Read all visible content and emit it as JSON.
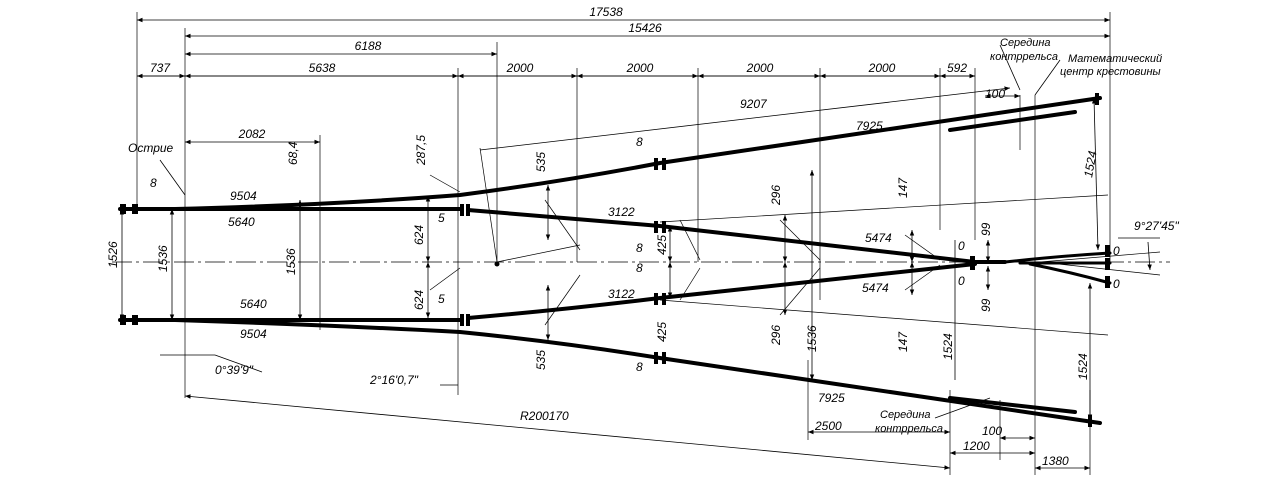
{
  "overall": {
    "total_length": "17538",
    "second_length": "15426",
    "third_length": "6188"
  },
  "top_chain": {
    "front_overhang": "737",
    "point_to_joint": "5638",
    "seg1": "2000",
    "seg2": "2000",
    "seg3": "2000",
    "seg4": "2000",
    "tail": "592"
  },
  "labels": {
    "point_tip": "Острие",
    "guard_rail_mid_top": "Середина контррельса",
    "crossing_center": "Математический центр крестовины",
    "guard_rail_mid_bottom": "Середина контррельса"
  },
  "dims": {
    "d2082": "2082",
    "d68_4": "68,4",
    "d287_5": "287,5",
    "d8_left": "8",
    "d9504_top": "9504",
    "d5640_top": "5640",
    "d1526": "1526",
    "d1536_left": "1536",
    "d1536_mid": "1536",
    "d624_top": "624",
    "d5_top": "5",
    "d624_bot": "624",
    "d5_bot": "5",
    "d5640_bot": "5640",
    "d9504_bot": "9504",
    "d535_top": "535",
    "d8_top": "8",
    "d9207": "9207",
    "d7925_top": "7925",
    "d100_top": "100",
    "d425_top": "425",
    "d3122_top": "3122",
    "d296_top": "296",
    "d147_top": "147",
    "d1524_upper": "1524",
    "d5474_top": "5474",
    "d0_a": "0",
    "d99_top": "99",
    "d0_b": "0",
    "d8_mid1": "8",
    "d8_mid2": "8",
    "d3122_bot": "3122",
    "d5474_bot": "5474",
    "d0_c": "0",
    "d99_bot": "99",
    "d0_d": "0",
    "d425_bot": "425",
    "d296_bot": "296",
    "d1536_right": "1536",
    "d147_bot": "147",
    "d1524_mid": "1524",
    "d535_bot": "535",
    "d8_bot": "8",
    "d1524_lower": "1524",
    "d7925_bot": "7925",
    "d2500": "2500",
    "d100_bot": "100",
    "d1200": "1200",
    "d1380": "1380",
    "radius": "R200170"
  },
  "angles": {
    "crossing_angle": "9°27'45\"",
    "point_angle": "0°39'9\"",
    "switch_angle": "2°16'0,7\""
  }
}
